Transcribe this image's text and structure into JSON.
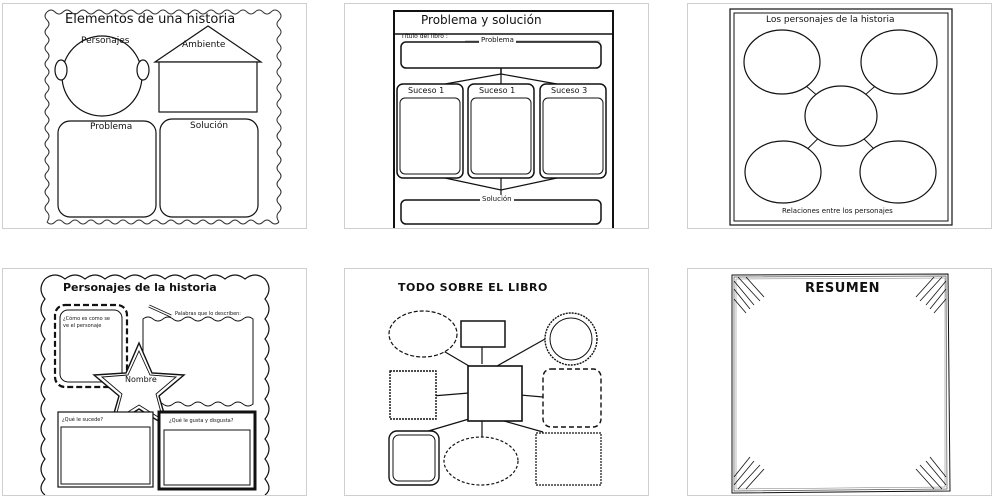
{
  "worksheets": [
    {
      "title": "Elementos de una historia",
      "labels": {
        "characters": "Personajes",
        "setting": "Ambiente",
        "problem": "Problema",
        "solution": "Solución"
      }
    },
    {
      "title": "Problema y solución",
      "book_title_label": "Título del libro :",
      "problem_label": "Problema",
      "events": [
        "Suceso 1",
        "Suceso 1",
        "Suceso 3"
      ],
      "solution_label": "Solución"
    },
    {
      "title": "Los personajes de la historia",
      "footer": "Relaciones entre los personajes"
    },
    {
      "title": "Personajes de la historia",
      "prompt_appearance": "¿Cómo es como se ve el personaje",
      "prompt_words": "Palabras que lo describen:",
      "star_label": "Nombre",
      "prompt_what_happened": "¿Qué le sucede?",
      "prompt_likes": "¿Qué le gusta y disgusta?"
    },
    {
      "title": "TODO SOBRE EL LIBRO"
    },
    {
      "title": "RESUMEN"
    }
  ]
}
